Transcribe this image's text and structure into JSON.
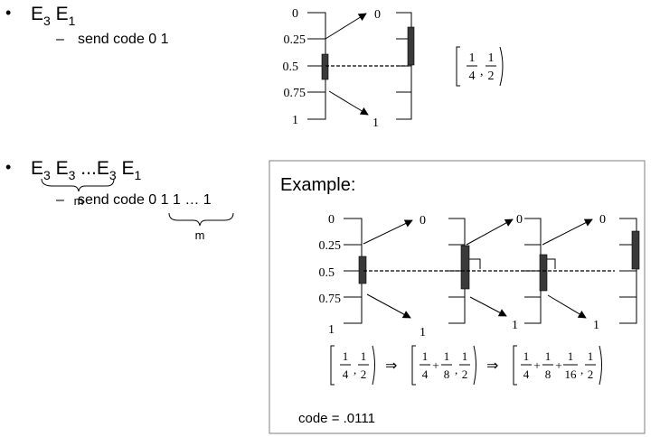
{
  "bullets": [
    {
      "symbol": "•",
      "text": "E3 E1",
      "sub": {
        "dash": "–",
        "text": "send code 0 1"
      }
    },
    {
      "symbol": "•",
      "text": "E3 E3 ...E3 E1",
      "brace_label": "m",
      "sub": {
        "dash": "–",
        "text": "send code 0 1 1 … 1",
        "brace_label": "m"
      }
    }
  ],
  "scale_ticks": [
    "0",
    "0.25",
    "0.5",
    "0.75",
    "1"
  ],
  "top_diagram": {
    "arrow_up_label": "0",
    "arrow_down_label": "1",
    "interval": {
      "left": "1/4",
      "right": "1/2"
    }
  },
  "example": {
    "title": "Example:",
    "arrow_up_label": "0",
    "arrow_down_label": "1",
    "intervals": [
      {
        "terms": [
          "1/4"
        ],
        "right": "1/2"
      },
      {
        "terms": [
          "1/4",
          "1/8"
        ],
        "right": "1/2"
      },
      {
        "terms": [
          "1/4",
          "1/8",
          "1/16"
        ],
        "right": "1/2"
      }
    ],
    "implies_symbol": "⇒",
    "code": "code = .0111"
  }
}
